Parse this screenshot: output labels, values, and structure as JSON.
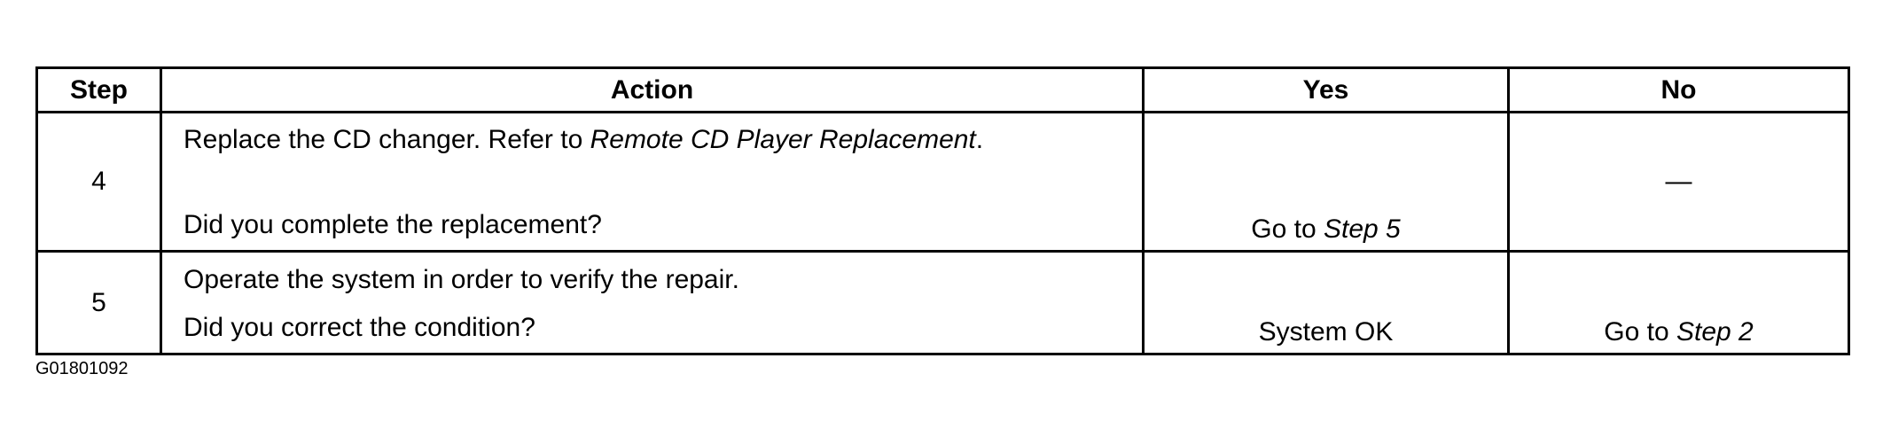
{
  "table": {
    "headers": {
      "step": "Step",
      "action": "Action",
      "yes": "Yes",
      "no": "No"
    },
    "rows": [
      {
        "step": "4",
        "action_prefix": "Replace the CD changer. Refer to ",
        "action_ref": "Remote CD Player Replacement",
        "action_suffix": ".",
        "question": "Did you complete the replacement?",
        "yes_prefix": "Go to ",
        "yes_ref": "Step 5",
        "no": "—"
      },
      {
        "step": "5",
        "action": "Operate the system in order to verify the repair.",
        "question": "Did you correct the condition?",
        "yes": "System OK",
        "no_prefix": "Go to ",
        "no_ref": "Step 2"
      }
    ]
  },
  "figure_id": "G01801092"
}
